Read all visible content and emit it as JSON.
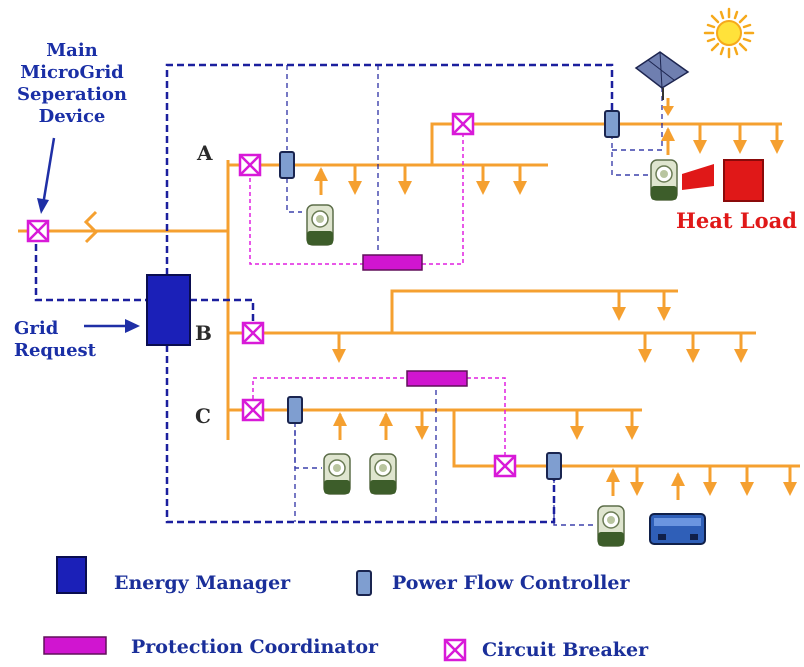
{
  "labels": {
    "main_device": [
      "Main",
      "MicroGrid",
      "Seperation",
      "Device"
    ],
    "grid_request": [
      "Grid",
      "Request"
    ],
    "feeder_a": "A",
    "feeder_b": "B",
    "feeder_c": "C",
    "heat_load": "Heat Load"
  },
  "legend": {
    "energy_manager": "Energy Manager",
    "power_flow_controller": "Power Flow Controller",
    "protection_coordinator": "Protection Coordinator",
    "circuit_breaker": "Circuit Breaker"
  },
  "colors": {
    "power_line": "#f5a030",
    "comm_line": "#1b1f9e",
    "protection_line": "#e020e0",
    "energy_manager": "#1b20b8",
    "pfc": "#7f9ed0",
    "protection_coordinator": "#d015d0",
    "breaker": "#d81ad8",
    "heat_load": "#e01818",
    "sun": "#f6a91b",
    "text_blue": "#1f2fa6"
  },
  "icons": [
    "sun-icon",
    "solar-panel-icon",
    "microsource-icon",
    "battery-icon",
    "load-arrow-icon"
  ]
}
